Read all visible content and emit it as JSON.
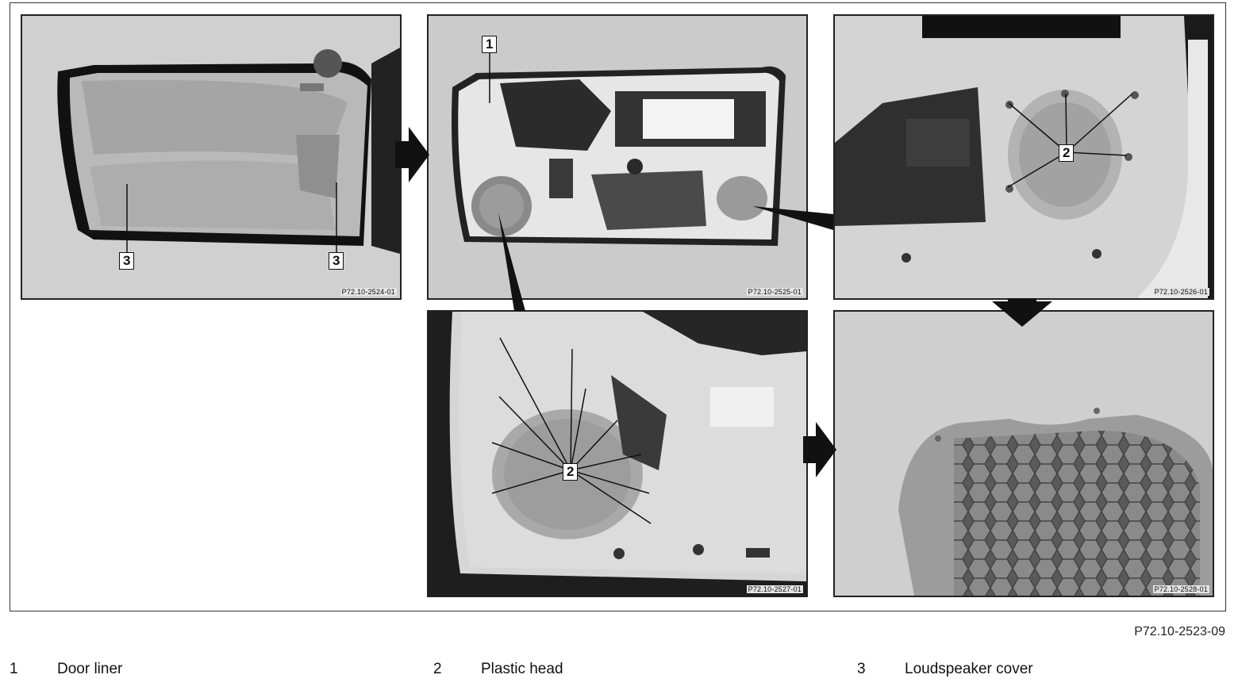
{
  "figure_code": "P72.10-2523-09",
  "panels": [
    {
      "code": "P72.10-2524-01"
    },
    {
      "code": "P72.10-2525-01"
    },
    {
      "code": "P72.10-2526-01"
    },
    {
      "code": "P72.10-2527-01"
    },
    {
      "code": "P72.10-2528-01"
    }
  ],
  "callouts": {
    "one": "1",
    "two": "2",
    "three": "3"
  },
  "legend": [
    {
      "number": "1",
      "text": "Door liner"
    },
    {
      "number": "2",
      "text": "Plastic head"
    },
    {
      "number": "3",
      "text": "Loudspeaker cover"
    }
  ]
}
